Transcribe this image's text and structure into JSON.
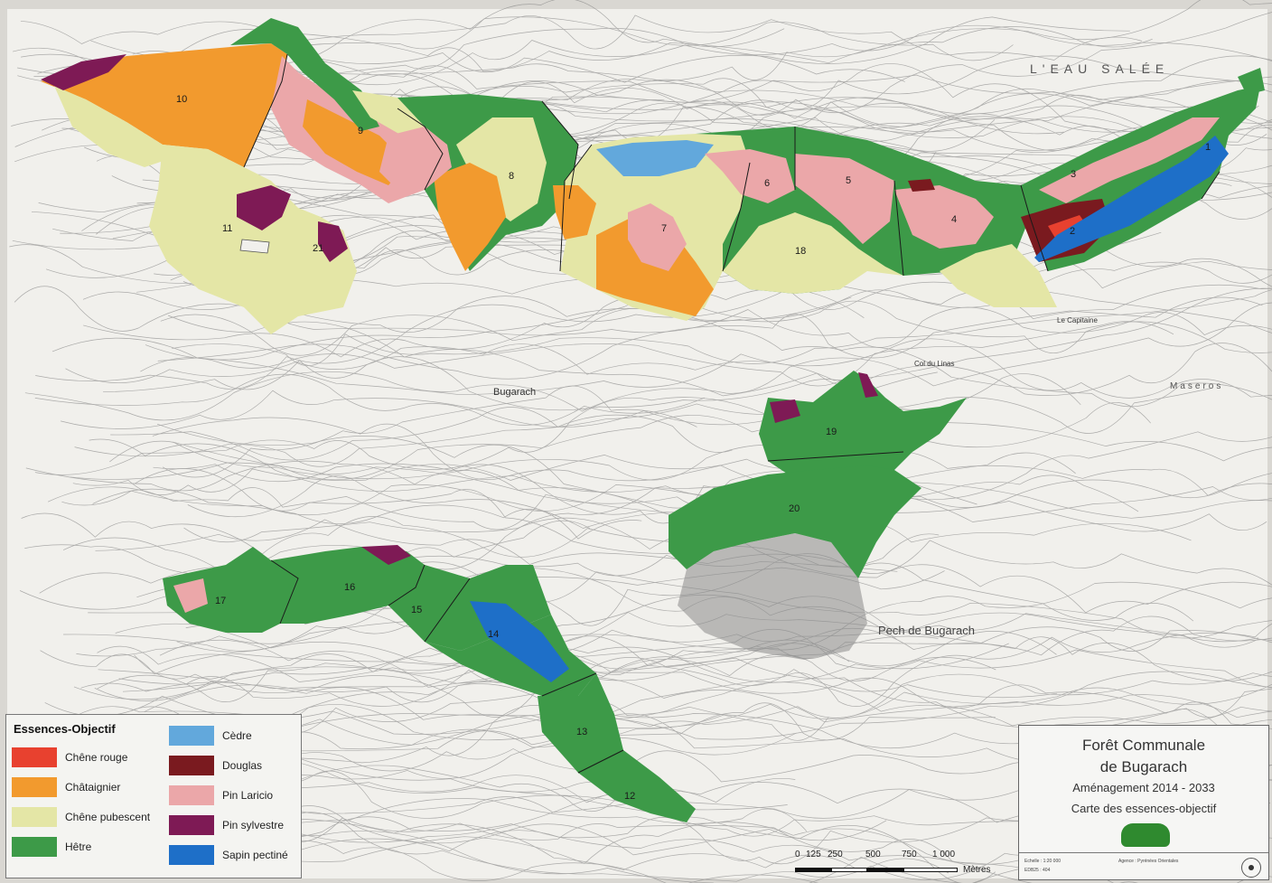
{
  "map": {
    "title": "Forêt Communale de Bugarach",
    "place_labels": {
      "eau_salee": "L'EAU SALÉE",
      "bugarach": "Bugarach",
      "pech_de_bugarach": "Pech de Bugarach",
      "col_du_linas": "Col du Linas",
      "le_capitaine": "Le Capitaine",
      "maseres": "Maseros"
    },
    "parcels": [
      {
        "id": "p10",
        "number": "10"
      },
      {
        "id": "p9",
        "number": "9"
      },
      {
        "id": "p8",
        "number": "8"
      },
      {
        "id": "p11",
        "number": "11"
      },
      {
        "id": "p21",
        "number": "21"
      },
      {
        "id": "p7",
        "number": "7"
      },
      {
        "id": "p6",
        "number": "6"
      },
      {
        "id": "p5",
        "number": "5"
      },
      {
        "id": "p18",
        "number": "18"
      },
      {
        "id": "p4",
        "number": "4"
      },
      {
        "id": "p3",
        "number": "3"
      },
      {
        "id": "p2",
        "number": "2"
      },
      {
        "id": "p1",
        "number": "1"
      },
      {
        "id": "p19",
        "number": "19"
      },
      {
        "id": "p20",
        "number": "20"
      },
      {
        "id": "p17",
        "number": "17"
      },
      {
        "id": "p16",
        "number": "16"
      },
      {
        "id": "p15",
        "number": "15"
      },
      {
        "id": "p14",
        "number": "14"
      },
      {
        "id": "p13",
        "number": "13"
      },
      {
        "id": "p12",
        "number": "12"
      }
    ]
  },
  "legend": {
    "title": "Essences-Objectif",
    "items": [
      {
        "label": "Chêne rouge",
        "color": "#e8412f"
      },
      {
        "label": "Châtaignier",
        "color": "#f29a2e"
      },
      {
        "label": "Chêne pubescent",
        "color": "#e4e6a6"
      },
      {
        "label": "Hêtre",
        "color": "#3d9a48"
      },
      {
        "label": "Cèdre",
        "color": "#62a8dc"
      },
      {
        "label": "Douglas",
        "color": "#7a1a1f"
      },
      {
        "label": "Pin Laricio",
        "color": "#eba7a9"
      },
      {
        "label": "Pin sylvestre",
        "color": "#7e1a55"
      },
      {
        "label": "Sapin pectiné",
        "color": "#1e6fc8"
      }
    ]
  },
  "title_box": {
    "line1": "Forêt Communale",
    "line2": "de Bugarach",
    "line3": "Aménagement 2014 - 2033",
    "line4": "Carte des essences-objectif",
    "foot_scale": "Echelle : 1:20 000",
    "foot_code": "EDB25 : 404",
    "foot_agency": "Agence : Pyrénées Orientales"
  },
  "scale": {
    "ticks": [
      "0",
      "125",
      "250",
      "500",
      "750",
      "1 000"
    ],
    "unit": "Mètres"
  }
}
